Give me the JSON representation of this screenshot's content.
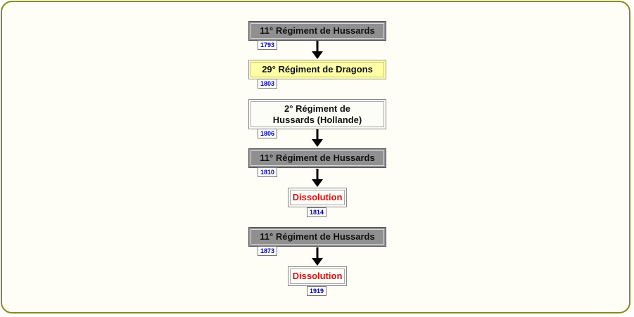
{
  "nodes": [
    {
      "label": "11° Régiment de Hussards",
      "year": "1793"
    },
    {
      "label": "29° Régiment de Dragons",
      "year": "1803"
    },
    {
      "label": "2° Régiment de Hussards (Hollande)",
      "year": "1806"
    },
    {
      "label": "11° Régiment de Hussards",
      "year": "1810"
    },
    {
      "label": "Dissolution",
      "year": "1814"
    },
    {
      "label": "11° Régiment de Hussards",
      "year": "1873"
    },
    {
      "label": "Dissolution",
      "year": "1919"
    }
  ],
  "colors": {
    "frame": "#8a8a1a",
    "grey_box": "#909090",
    "yellow_box": "#ffffa8",
    "dissolution_text": "#e01010",
    "year_text": "#0000b0"
  }
}
